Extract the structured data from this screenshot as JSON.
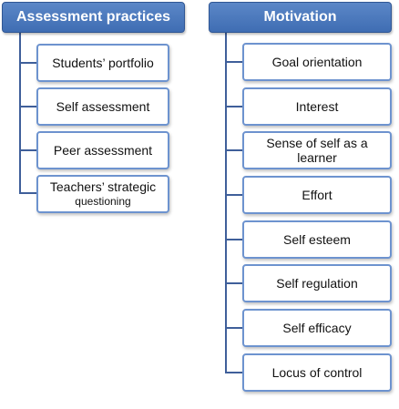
{
  "left": {
    "header": "Assessment practices",
    "items": [
      "Students’ portfolio",
      "Self assessment",
      "Peer assessment"
    ],
    "item4_line1": "Teachers’ strategic",
    "item4_line2": "questioning"
  },
  "right": {
    "header": "Motivation",
    "items": [
      "Goal orientation",
      "Interest",
      "Sense of self as a learner",
      "Effort",
      "Self esteem",
      "Self regulation",
      "Self efficacy",
      "Locus of control"
    ]
  }
}
